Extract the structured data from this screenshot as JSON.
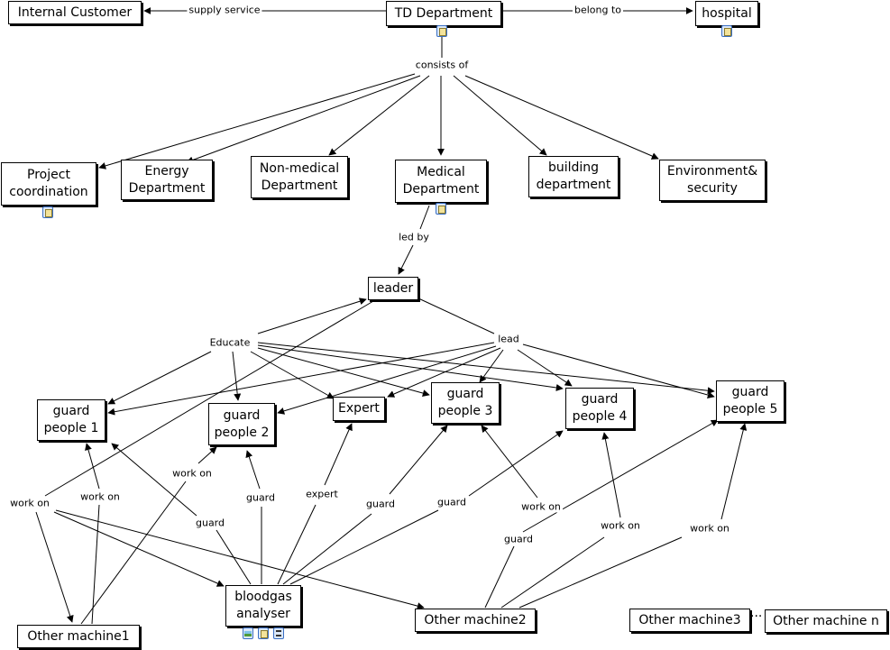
{
  "concepts": {
    "internal_customer": "Internal Customer",
    "td_department": "TD Department",
    "hospital": "hospital",
    "project_coordination": "Project\ncoordination",
    "energy_department": "Energy\nDepartment",
    "non_medical_department": "Non-medical\nDepartment",
    "medical_department": "Medical\nDepartment",
    "building_department": "building\ndepartment",
    "environment_security": "Environment&\nsecurity",
    "leader": "leader",
    "guard_people_1": "guard\npeople 1",
    "guard_people_2": "guard\npeople 2",
    "expert": "Expert",
    "guard_people_3": "guard\npeople 3",
    "guard_people_4": "guard\npeople 4",
    "guard_people_5": "guard\npeople 5",
    "bloodgas_analyser": "bloodgas\nanalyser",
    "other_machine1": "Other machine1",
    "other_machine2": "Other machine2",
    "other_machine3": "Other machine3",
    "other_machine_n": "Other machine n",
    "ellipsis": "..."
  },
  "linking_phrases": {
    "supply_service": "supply service",
    "belong_to": "belong to",
    "consists_of": "consists of",
    "led_by": "led by",
    "educate": "Educate",
    "lead": "lead",
    "work_on_left": "work on",
    "work_on_m1": "work on",
    "work_on_g2": "work on",
    "guard_g1": "guard",
    "guard_g2": "guard",
    "expert_link": "expert",
    "guard_g3": "guard",
    "guard_g4": "guard",
    "work_on_g3": "work on",
    "guard_m2": "guard",
    "work_on_g4": "work on",
    "work_on_g5": "work on"
  },
  "resource_icons": {
    "td_department": [
      "note-icon"
    ],
    "hospital": [
      "note-icon"
    ],
    "project_coordination": [
      "note-icon"
    ],
    "medical_department": [
      "note-icon"
    ],
    "bloodgas_analyser": [
      "image-icon",
      "note-icon",
      "concept-map-icon"
    ]
  }
}
